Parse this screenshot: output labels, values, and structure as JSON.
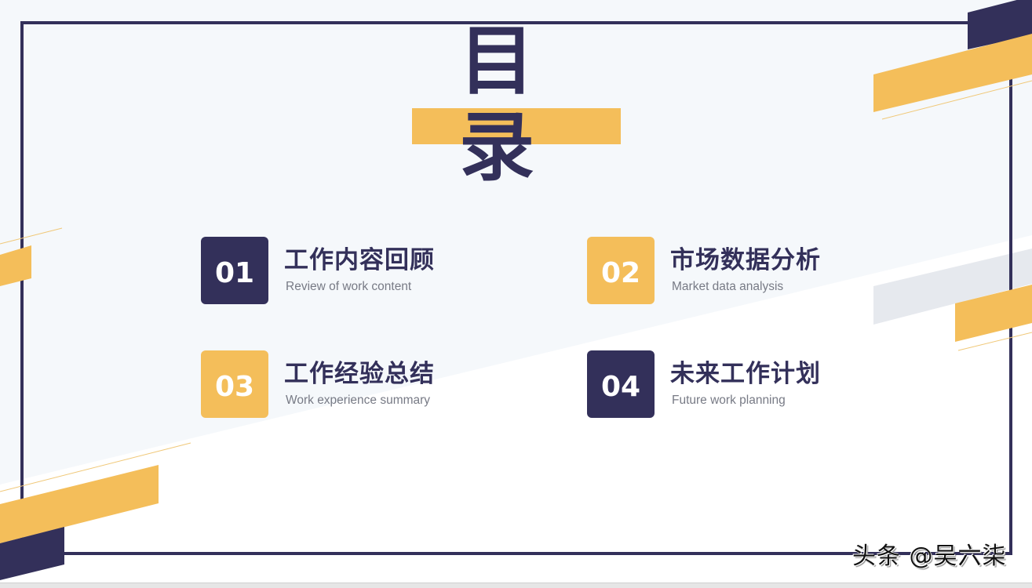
{
  "slide": {
    "title": "目录",
    "title_chars": [
      "目",
      "录"
    ],
    "colors": {
      "navy": "#33305a",
      "gold": "#f4be5a",
      "light_bg": "#f5f8fb",
      "gray_stripe": "#e6e9ee",
      "subtitle_gray": "#777a85"
    }
  },
  "toc": {
    "items": [
      {
        "number": "01",
        "title": "工作内容回顾",
        "subtitle": "Review of work content",
        "badge_color": "navy"
      },
      {
        "number": "02",
        "title": "市场数据分析",
        "subtitle": "Market data analysis",
        "badge_color": "gold"
      },
      {
        "number": "03",
        "title": "工作经验总结",
        "subtitle": "Work experience summary",
        "badge_color": "gold"
      },
      {
        "number": "04",
        "title": "未来工作计划",
        "subtitle": "Future work planning",
        "badge_color": "navy"
      }
    ]
  },
  "watermark": "头条 @吴六柒"
}
